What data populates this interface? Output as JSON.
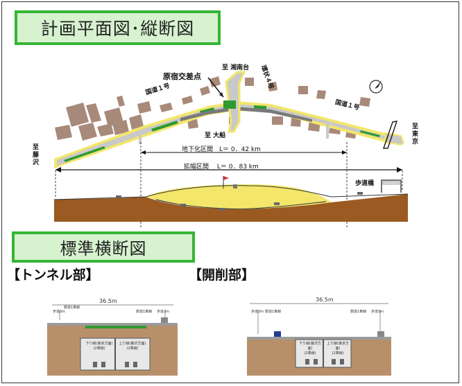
{
  "headings": {
    "plan_section": "計画平面図･縦断図",
    "cross_section": "標準横断図"
  },
  "plan": {
    "to_shonandai": "至 湘南台",
    "loop_road": "環状４号",
    "harajuku_intersection": "原宿交差点",
    "route1_left": "国道１号",
    "route1_right": "国道１号",
    "to_ofuna": "至 大船",
    "to_fujisawa": "至藤沢",
    "to_tokyo": "至東京",
    "underground_section": "地下化区間　L＝ 0．42 km",
    "widening_section": "拡幅区間　 L＝ 0．83 km",
    "footbridge": "歩道橋"
  },
  "cross_sections": {
    "tunnel": {
      "label": "【トンネル部】",
      "width": "36.5m",
      "lanes_left": [
        "歩道3m",
        "側道1車線"
      ],
      "lanes_right": [
        "側道1車線",
        "歩道3m"
      ],
      "tubes": [
        "下り線(東京方面)\n(2車線)",
        "上り線(藤沢方面)\n(2車線)"
      ]
    },
    "cut": {
      "label": "【開削部】",
      "width": "36.5m",
      "lanes_left": [
        "歩道3m",
        "側道1車線"
      ],
      "lanes_right": [
        "側道1車線",
        "歩道3m"
      ],
      "tubes": [
        "下り線(藤沢方面)\n(2車線)",
        "上り線(東京方面)\n(2車線)"
      ]
    }
  },
  "colors": {
    "heading_fill": "#d7f2cf",
    "heading_border": "#36b536",
    "road_yellow": "#f3e66a",
    "green_median": "#2f9a2f",
    "soil_brown": "#9a5a21"
  }
}
